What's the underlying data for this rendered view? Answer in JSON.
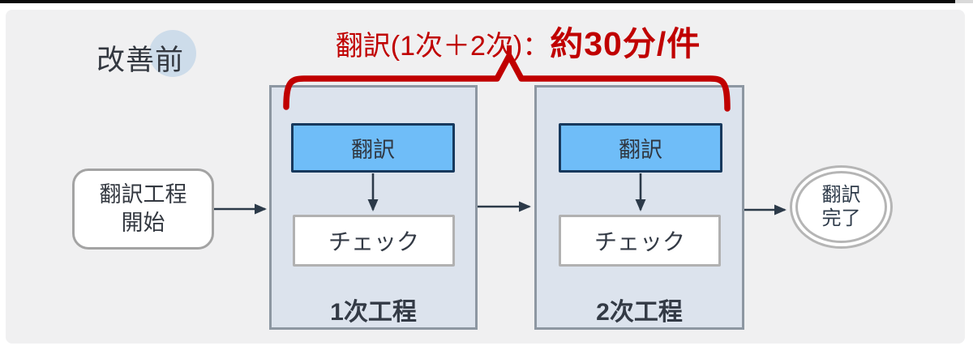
{
  "title": {
    "label": "改善前"
  },
  "annotation": {
    "prefix": "翻訳(1次＋2次)：",
    "emphasis": "約30分/件"
  },
  "flow": {
    "start": {
      "line1": "翻訳工程",
      "line2": "開始"
    },
    "processes": [
      {
        "label": "1次工程",
        "translate_label": "翻訳",
        "check_label": "チェック"
      },
      {
        "label": "2次工程",
        "translate_label": "翻訳",
        "check_label": "チェック"
      }
    ],
    "end": {
      "line1": "翻訳",
      "line2": "完了"
    }
  },
  "colors": {
    "annotation_red": "#c00000",
    "translate_fill": "#6fbdf8",
    "translate_border": "#17395d",
    "process_fill": "#dce3ed",
    "process_border": "#8d97a2",
    "arrow": "#2c3a49",
    "badge_circle": "#cddcea",
    "canvas_background": "#f0f0f1"
  }
}
